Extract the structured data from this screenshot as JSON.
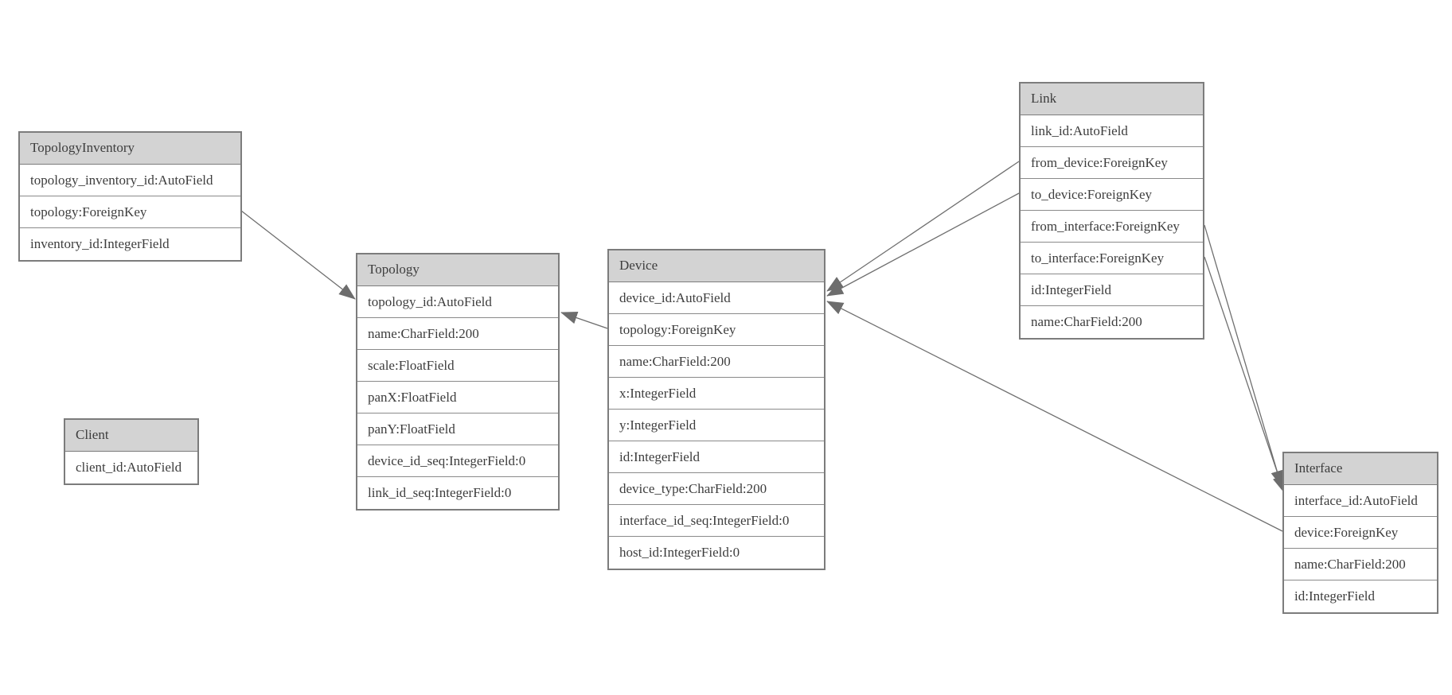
{
  "diagram": {
    "kind": "model-er-diagram",
    "colors": {
      "background": "#ffffff",
      "header_fill": "#d3d3d3",
      "border": "#7c7c7c",
      "line": "#6f6f6f",
      "arrow_fill": "#6d6d6d",
      "text": "#3d3d3d"
    }
  },
  "entities": [
    {
      "name": "TopologyInventory",
      "fields": [
        "topology_inventory_id:AutoField",
        "topology:ForeignKey",
        "inventory_id:IntegerField"
      ]
    },
    {
      "name": "Topology",
      "fields": [
        "topology_id:AutoField",
        "name:CharField:200",
        "scale:FloatField",
        "panX:FloatField",
        "panY:FloatField",
        "device_id_seq:IntegerField:0",
        "link_id_seq:IntegerField:0"
      ]
    },
    {
      "name": "Client",
      "fields": [
        "client_id:AutoField"
      ]
    },
    {
      "name": "Device",
      "fields": [
        "device_id:AutoField",
        "topology:ForeignKey",
        "name:CharField:200",
        "x:IntegerField",
        "y:IntegerField",
        "id:IntegerField",
        "device_type:CharField:200",
        "interface_id_seq:IntegerField:0",
        "host_id:IntegerField:0"
      ]
    },
    {
      "name": "Link",
      "fields": [
        "link_id:AutoField",
        "from_device:ForeignKey",
        "to_device:ForeignKey",
        "from_interface:ForeignKey",
        "to_interface:ForeignKey",
        "id:IntegerField",
        "name:CharField:200"
      ]
    },
    {
      "name": "Interface",
      "fields": [
        "interface_id:AutoField",
        "device:ForeignKey",
        "name:CharField:200",
        "id:IntegerField"
      ]
    }
  ],
  "relationships": [
    {
      "from": "TopologyInventory.topology",
      "to": "Topology.topology_id"
    },
    {
      "from": "Device.topology",
      "to": "Topology.topology_id"
    },
    {
      "from": "Link.from_device",
      "to": "Device.device_id"
    },
    {
      "from": "Link.to_device",
      "to": "Device.device_id"
    },
    {
      "from": "Link.from_interface",
      "to": "Interface.interface_id"
    },
    {
      "from": "Link.to_interface",
      "to": "Interface.interface_id"
    },
    {
      "from": "Interface.device",
      "to": "Device.device_id"
    }
  ]
}
